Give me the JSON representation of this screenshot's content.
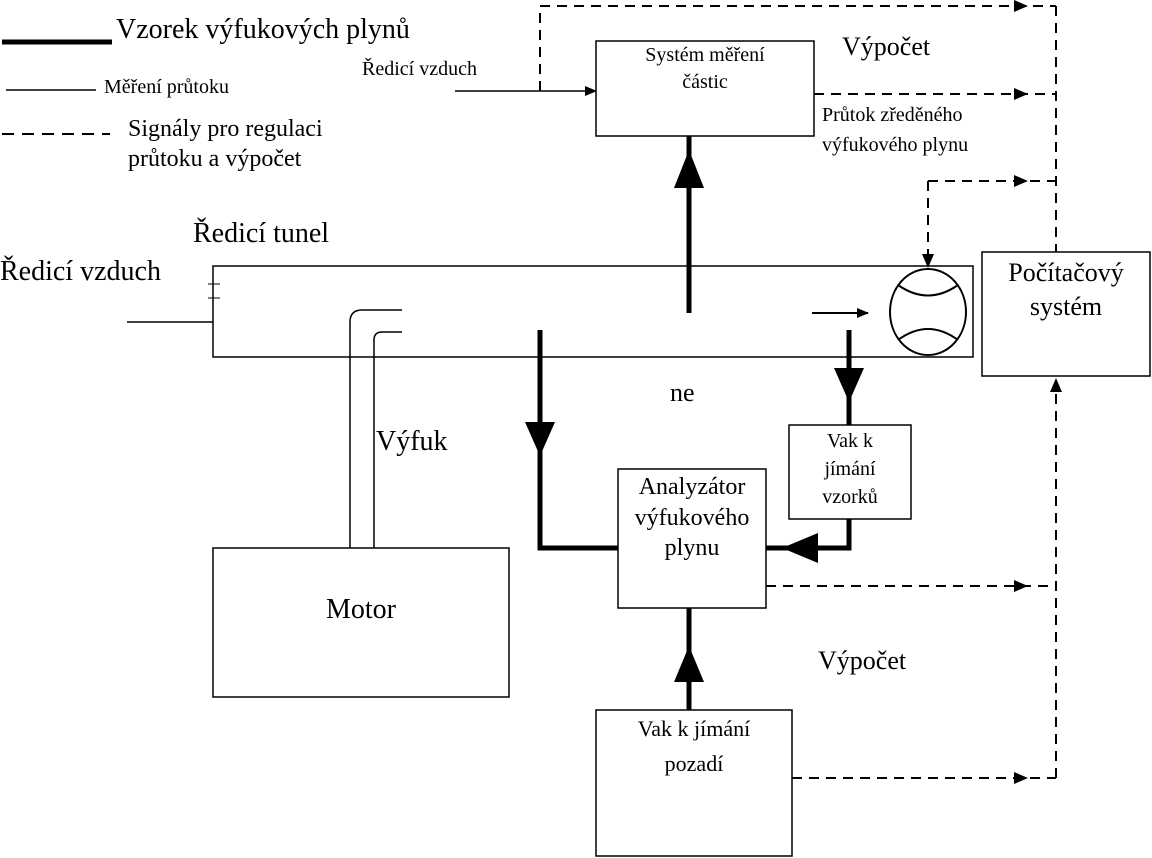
{
  "legend": {
    "sample_line": "Vzorek výfukových plynů",
    "flow_line": "Měření průtoku",
    "signal_line_1": "Signály pro regulaci",
    "signal_line_2": "průtoku a výpočet"
  },
  "labels": {
    "dilution_air_top": "Ředicí vzduch",
    "dilution_air_left": "Ředicí vzduch",
    "dilution_tunnel": "Ředicí tunel",
    "calc_top": "Výpočet",
    "calc_bottom": "Výpočet",
    "diluted_flow_1": "Průtok zředěného",
    "diluted_flow_2": "výfukového plynu",
    "exhaust": "Výfuk",
    "fragment": "ne"
  },
  "boxes": {
    "particle_system_1": "Systém měření",
    "particle_system_2": "částic",
    "computer_1": "Počítačový",
    "computer_2": "systém",
    "sample_bag_1": "Vak k",
    "sample_bag_2": "jímání",
    "sample_bag_3": "vzorků",
    "analyzer_1": "Analyzátor",
    "analyzer_2": "výfukového",
    "analyzer_3": "plynu",
    "motor": "Motor",
    "background_bag_1": "Vak k jímání",
    "background_bag_2": "pozadí"
  }
}
